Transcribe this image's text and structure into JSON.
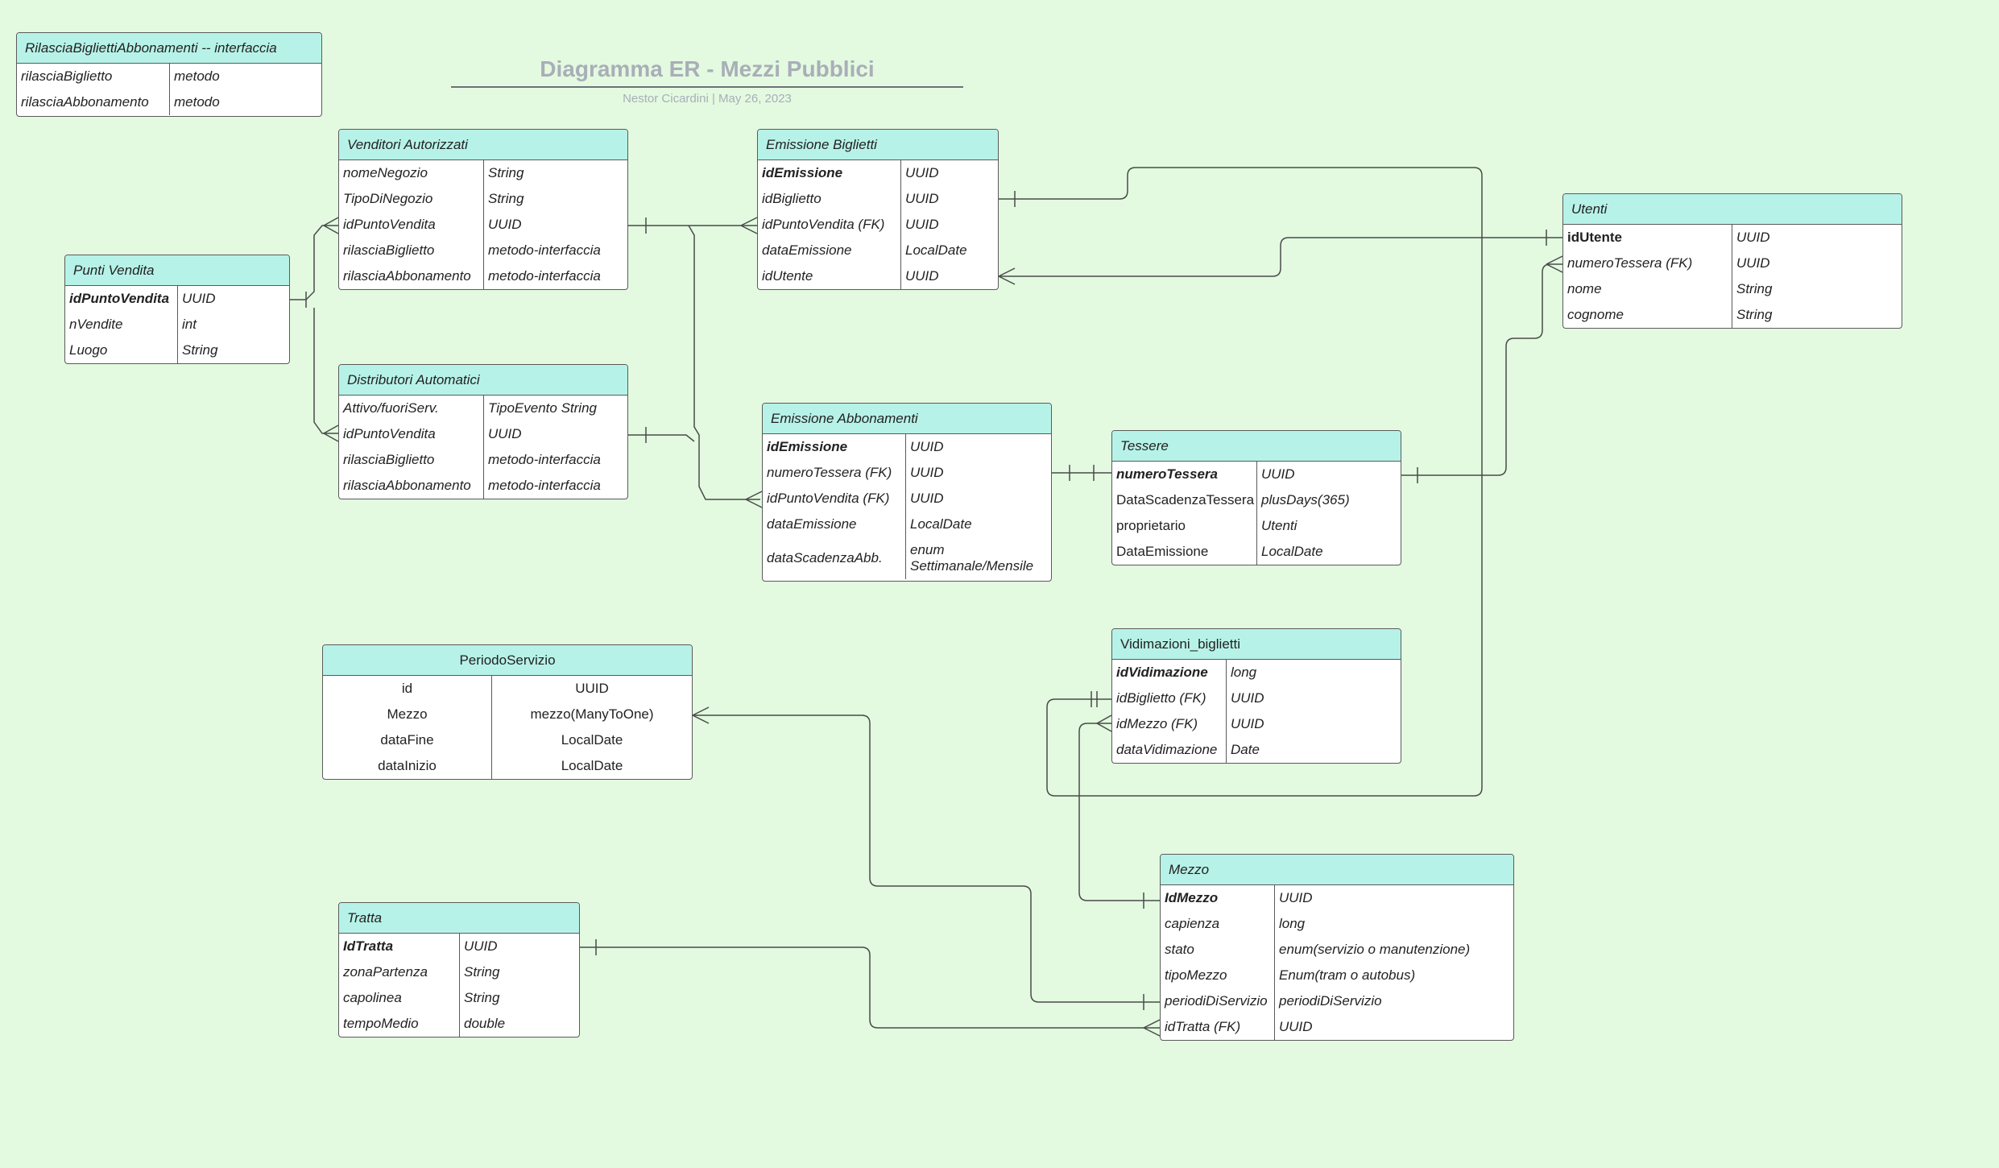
{
  "title": "Diagramma ER - Mezzi Pubblici",
  "subtitle": "Nestor Cicardini  |  May 26, 2023",
  "colors": {
    "background": "#e3fae0",
    "header": "#b7f2e8",
    "border": "#5a5a5a",
    "title": "#a9aeb8"
  },
  "entities": {
    "rilascia": {
      "title": "RilasciaBigliettiAbbonamenti   --  interfaccia",
      "rows": [
        [
          "rilasciaBiglietto",
          "metodo"
        ],
        [
          "rilasciaAbbonamento",
          "metodo"
        ]
      ]
    },
    "venditori": {
      "title": "Venditori Autorizzati",
      "rows": [
        [
          "nomeNegozio",
          "String"
        ],
        [
          "TipoDiNegozio",
          "String"
        ],
        [
          "idPuntoVendita",
          "UUID"
        ],
        [
          "rilasciaBiglietto",
          "metodo-interfaccia"
        ],
        [
          "rilasciaAbbonamento",
          "metodo-interfaccia"
        ]
      ]
    },
    "punti": {
      "title": "Punti Vendita",
      "rows": [
        [
          "idPuntoVendita",
          "UUID"
        ],
        [
          "nVendite",
          "int"
        ],
        [
          "Luogo",
          "String"
        ]
      ]
    },
    "distributori": {
      "title": "Distributori Automatici",
      "rows": [
        [
          "Attivo/fuoriServ.",
          "TipoEvento String"
        ],
        [
          "idPuntoVendita",
          "UUID"
        ],
        [
          "rilasciaBiglietto",
          "metodo-interfaccia"
        ],
        [
          "rilasciaAbbonamento",
          "metodo-interfaccia"
        ]
      ]
    },
    "emBiglietti": {
      "title": "Emissione Biglietti",
      "rows": [
        [
          "idEmissione",
          "UUID"
        ],
        [
          "idBiglietto",
          "UUID"
        ],
        [
          "idPuntoVendita (FK)",
          "UUID"
        ],
        [
          "dataEmissione",
          "LocalDate"
        ],
        [
          "idUtente",
          "UUID"
        ]
      ]
    },
    "emAbbonamenti": {
      "title": "Emissione Abbonamenti",
      "rows": [
        [
          "idEmissione",
          "UUID"
        ],
        [
          "numeroTessera (FK)",
          "UUID"
        ],
        [
          "idPuntoVendita (FK)",
          "UUID"
        ],
        [
          "dataEmissione",
          "LocalDate"
        ],
        [
          "dataScadenzaAbb.",
          "enum Settimanale/Mensile"
        ]
      ]
    },
    "utenti": {
      "title": "Utenti",
      "rows": [
        [
          "idUtente",
          "UUID"
        ],
        [
          "numeroTessera (FK)",
          "UUID"
        ],
        [
          "nome",
          "String"
        ],
        [
          "cognome",
          "String"
        ]
      ]
    },
    "tessere": {
      "title": "Tessere",
      "rows": [
        [
          "numeroTessera",
          "UUID"
        ],
        [
          "DataScadenzaTessera",
          "plusDays(365)"
        ],
        [
          "proprietario",
          "Utenti"
        ],
        [
          "DataEmissione",
          "LocalDate"
        ]
      ]
    },
    "periodo": {
      "title": "PeriodoServizio",
      "rows": [
        [
          "id",
          "UUID"
        ],
        [
          "Mezzo",
          "mezzo(ManyToOne)"
        ],
        [
          "dataFine",
          "LocalDate"
        ],
        [
          "dataInizio",
          "LocalDate"
        ]
      ]
    },
    "vidimazioni": {
      "title": "Vidimazioni_biglietti",
      "rows": [
        [
          "idVidimazione",
          "long"
        ],
        [
          "idBiglietto (FK)",
          "UUID"
        ],
        [
          "idMezzo (FK)",
          "UUID"
        ],
        [
          "dataVidimazione",
          "Date"
        ]
      ]
    },
    "mezzo": {
      "title": "Mezzo",
      "rows": [
        [
          "IdMezzo",
          "UUID"
        ],
        [
          "capienza",
          "long"
        ],
        [
          "stato",
          "enum(servizio o manutenzione)"
        ],
        [
          "tipoMezzo",
          "Enum(tram o autobus)"
        ],
        [
          "periodiDiServizio",
          "periodiDiServizio"
        ],
        [
          "idTratta (FK)",
          "UUID"
        ]
      ]
    },
    "tratta": {
      "title": "Tratta",
      "rows": [
        [
          "IdTratta",
          "UUID"
        ],
        [
          "zonaPartenza",
          "String"
        ],
        [
          "capolinea",
          "String"
        ],
        [
          "tempoMedio",
          "double"
        ]
      ]
    }
  }
}
